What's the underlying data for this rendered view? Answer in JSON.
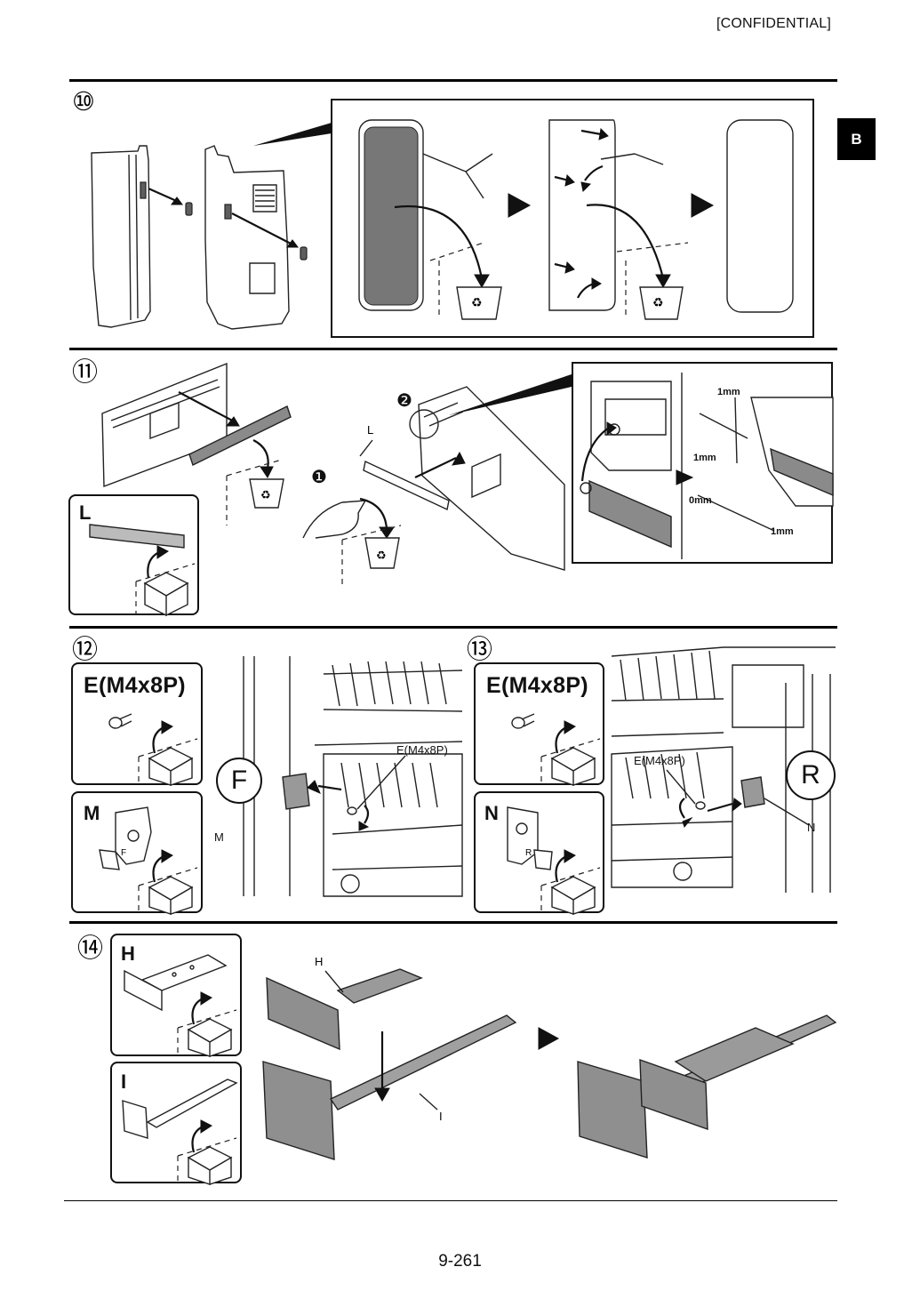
{
  "header": {
    "confidential": "[CONFIDENTIAL]",
    "side_tab": "B"
  },
  "steps": [
    {
      "number": "⑩"
    },
    {
      "number": "⑪",
      "box_label": "L",
      "callout": "L",
      "markers": [
        "❶",
        "❷"
      ],
      "dimensions": [
        "1mm",
        "1mm",
        "0mm",
        "1mm"
      ]
    },
    {
      "number": "⑫",
      "box1_label": "E(M4x8P)",
      "box2_label": "M",
      "circle_letter": "F",
      "callout_screw": "E(M4x8P)",
      "callout_part": "M",
      "part_mark": "F"
    },
    {
      "number": "⑬",
      "box1_label": "E(M4x8P)",
      "box2_label": "N",
      "circle_letter": "R",
      "callout_screw": "E(M4x8P)",
      "callout_part": "N",
      "part_mark": "R"
    },
    {
      "number": "⑭",
      "box1_label": "H",
      "box2_label": "I",
      "callout_h": "H",
      "callout_i": "I"
    }
  ],
  "footer": {
    "page_number": "9-261"
  }
}
